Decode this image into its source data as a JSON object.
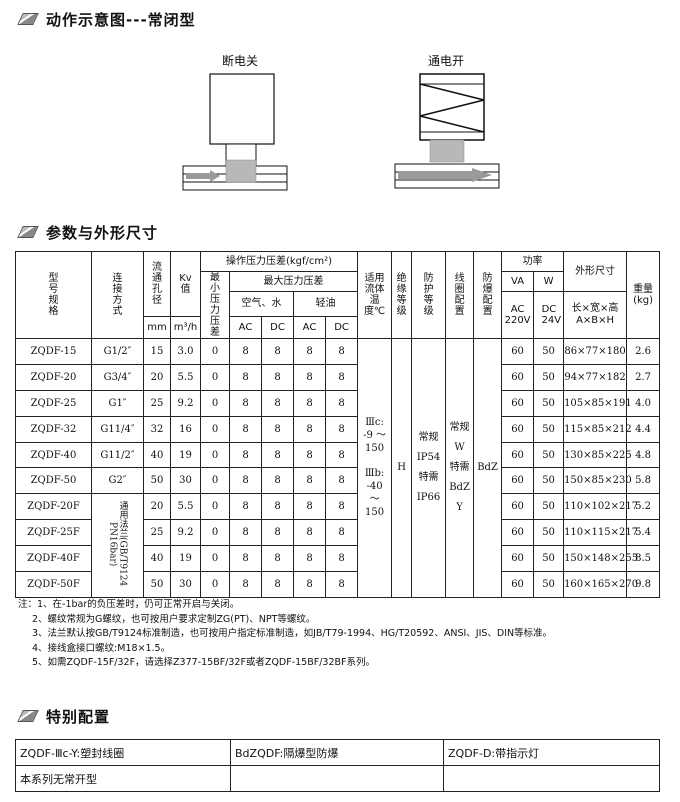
{
  "section1": {
    "title": "动作示意图---常闭型"
  },
  "diagram": {
    "off_label": "断电关",
    "on_label": "通电开"
  },
  "section2": {
    "title": "参数与外形尺寸"
  },
  "table": {
    "header": {
      "model": "型号规格",
      "connection": "连接方式",
      "bore": "流通孔径",
      "bore_unit": "mm",
      "kv": "Kv值",
      "kv_unit": "m³/h",
      "op_pressure": "操作压力压差(kgf/cm²)",
      "min_pressure": "最小压力压差",
      "max_pressure": "最大压力压差",
      "air_water": "空气、水",
      "light_oil": "轻油",
      "ac": "AC",
      "dc": "DC",
      "fluid_temp": "适用流体温度℃",
      "insulation": "绝缘等级",
      "protection": "防护等级",
      "coil": "线圈配置",
      "explosion": "防爆配置",
      "power": "功率",
      "va": "VA",
      "w": "W",
      "ac220": "AC 220V",
      "dc24": "DC 24V",
      "dimensions": "外形尺寸",
      "dim_sub": "长×宽×高 A×B×H",
      "weight": "重量(kg)"
    },
    "rows": [
      {
        "model": "ZQDF-15",
        "conn": "G1/2″",
        "bore": "15",
        "kv": "3.0",
        "min": "0",
        "aw_ac": "8",
        "aw_dc": "8",
        "oil_ac": "8",
        "oil_dc": "8",
        "va": "60",
        "w": "50",
        "dim": "86×77×180",
        "wt": "2.6"
      },
      {
        "model": "ZQDF-20",
        "conn": "G3/4″",
        "bore": "20",
        "kv": "5.5",
        "min": "0",
        "aw_ac": "8",
        "aw_dc": "8",
        "oil_ac": "8",
        "oil_dc": "8",
        "va": "60",
        "w": "50",
        "dim": "94×77×182",
        "wt": "2.7"
      },
      {
        "model": "ZQDF-25",
        "conn": "G1″",
        "bore": "25",
        "kv": "9.2",
        "min": "0",
        "aw_ac": "8",
        "aw_dc": "8",
        "oil_ac": "8",
        "oil_dc": "8",
        "va": "60",
        "w": "50",
        "dim": "105×85×191",
        "wt": "4.0"
      },
      {
        "model": "ZQDF-32",
        "conn": "G11/4″",
        "bore": "32",
        "kv": "16",
        "min": "0",
        "aw_ac": "8",
        "aw_dc": "8",
        "oil_ac": "8",
        "oil_dc": "8",
        "va": "60",
        "w": "50",
        "dim": "115×85×212",
        "wt": "4.4"
      },
      {
        "model": "ZQDF-40",
        "conn": "G11/2″",
        "bore": "40",
        "kv": "19",
        "min": "0",
        "aw_ac": "8",
        "aw_dc": "8",
        "oil_ac": "8",
        "oil_dc": "8",
        "va": "60",
        "w": "50",
        "dim": "130×85×225",
        "wt": "4.8"
      },
      {
        "model": "ZQDF-50",
        "conn": "G2″",
        "bore": "50",
        "kv": "30",
        "min": "0",
        "aw_ac": "8",
        "aw_dc": "8",
        "oil_ac": "8",
        "oil_dc": "8",
        "va": "60",
        "w": "50",
        "dim": "150×85×230",
        "wt": "5.8"
      },
      {
        "model": "ZQDF-20F",
        "conn": "",
        "bore": "20",
        "kv": "5.5",
        "min": "0",
        "aw_ac": "8",
        "aw_dc": "8",
        "oil_ac": "8",
        "oil_dc": "8",
        "va": "60",
        "w": "50",
        "dim": "110×102×217",
        "wt": "5.2"
      },
      {
        "model": "ZQDF-25F",
        "conn": "",
        "bore": "25",
        "kv": "9.2",
        "min": "0",
        "aw_ac": "8",
        "aw_dc": "8",
        "oil_ac": "8",
        "oil_dc": "8",
        "va": "60",
        "w": "50",
        "dim": "110×115×217",
        "wt": "5.4"
      },
      {
        "model": "ZQDF-40F",
        "conn": "",
        "bore": "40",
        "kv": "19",
        "min": "0",
        "aw_ac": "8",
        "aw_dc": "8",
        "oil_ac": "8",
        "oil_dc": "8",
        "va": "60",
        "w": "50",
        "dim": "150×148×255",
        "wt": "8.5"
      },
      {
        "model": "ZQDF-50F",
        "conn": "",
        "bore": "50",
        "kv": "30",
        "min": "0",
        "aw_ac": "8",
        "aw_dc": "8",
        "oil_ac": "8",
        "oil_dc": "8",
        "va": "60",
        "w": "50",
        "dim": "160×165×270",
        "wt": "9.8"
      }
    ],
    "flange_conn": "通用法兰(GB/T9124 PN16bar)",
    "temp_value_1": "Ⅲc: -9 ～ 150",
    "temp_value_2": "Ⅲb: -40 ～ 150",
    "insulation_value": "H",
    "protection_value": "常规 IP54 特需 IP66",
    "coil_value": "常规 W 特需 BdZ Y",
    "explosion_value": "BdZ"
  },
  "notes": [
    "注：1、在-1bar的负压差时，仍可正常开启与关闭。",
    "2、螺纹常规为G螺纹，也可按用户要求定制ZG(PT)、NPT等螺纹。",
    "3、法兰默认按GB/T9124标准制造，也可按用户指定标准制造，如JB/T79-1994、HG/T20592、ANSI、JIS、DIN等标准。",
    "4、接线盒接口螺纹:M18×1.5。",
    "5、如需ZQDF-15F/32F，请选择Z377-15BF/32F或者ZQDF-15BF/32BF系列。"
  ],
  "section3": {
    "title": "特别配置"
  },
  "config": {
    "c1": "ZQDF-Ⅲc-Y:塑封线圈",
    "c2": "BdZQDF:隔爆型防爆",
    "c3": "ZQDF-D:带指示灯",
    "c4": "本系列无常开型",
    "c5": "",
    "c6": ""
  },
  "colors": {
    "arrow": "#9a9a9a",
    "plug": "#b8b8b8",
    "watermark": "#ffeb3b"
  }
}
